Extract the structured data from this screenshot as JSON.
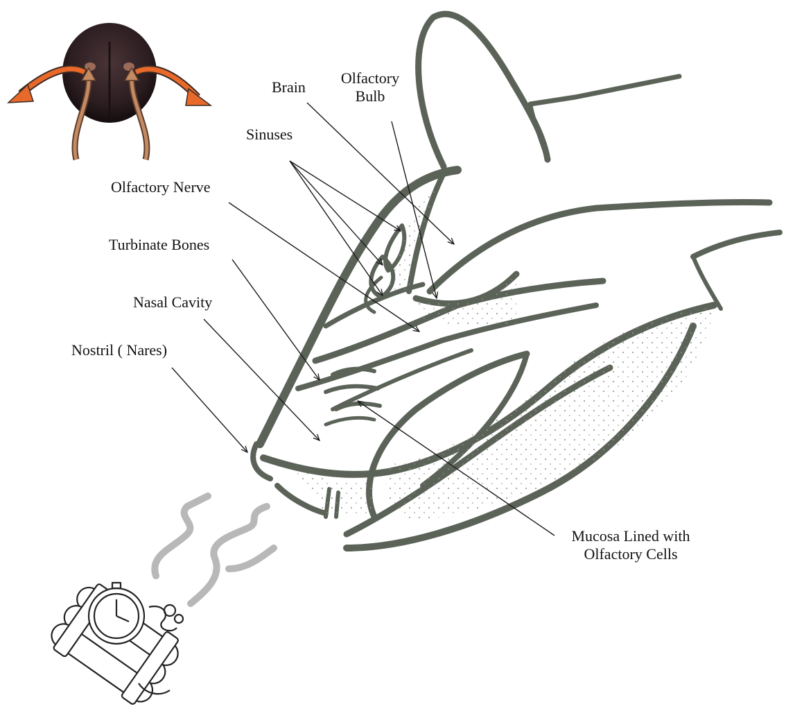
{
  "labels": {
    "brain": "Brain",
    "olfactory_bulb_line1": "Olfactory",
    "olfactory_bulb_line2": "Bulb",
    "sinuses": "Sinuses",
    "olfactory_nerve": "Olfactory Nerve",
    "turbinate_bones": "Turbinate Bones",
    "nasal_cavity": "Nasal Cavity",
    "nostril": "Nostril ( Nares)",
    "mucosa_line1": "Mucosa Lined with",
    "mucosa_line2": "Olfactory Cells"
  },
  "colors": {
    "tissue_outline": "#5b6358",
    "tissue_fill": "#e9ebe6",
    "dots": "#8c9486",
    "leader_lines": "#1a1a1a",
    "airflow_arrow": "#e8692a",
    "airflow_inflow": "#b57a52",
    "dog_nose": "#2b1d20",
    "scent_wisp": "#b8b8b8",
    "bomb_sketch": "#222222"
  },
  "icons": {
    "nose_photo": "dog-nose-icon",
    "bomb": "bomb-icon",
    "scent": "scent-wisp-icon"
  }
}
